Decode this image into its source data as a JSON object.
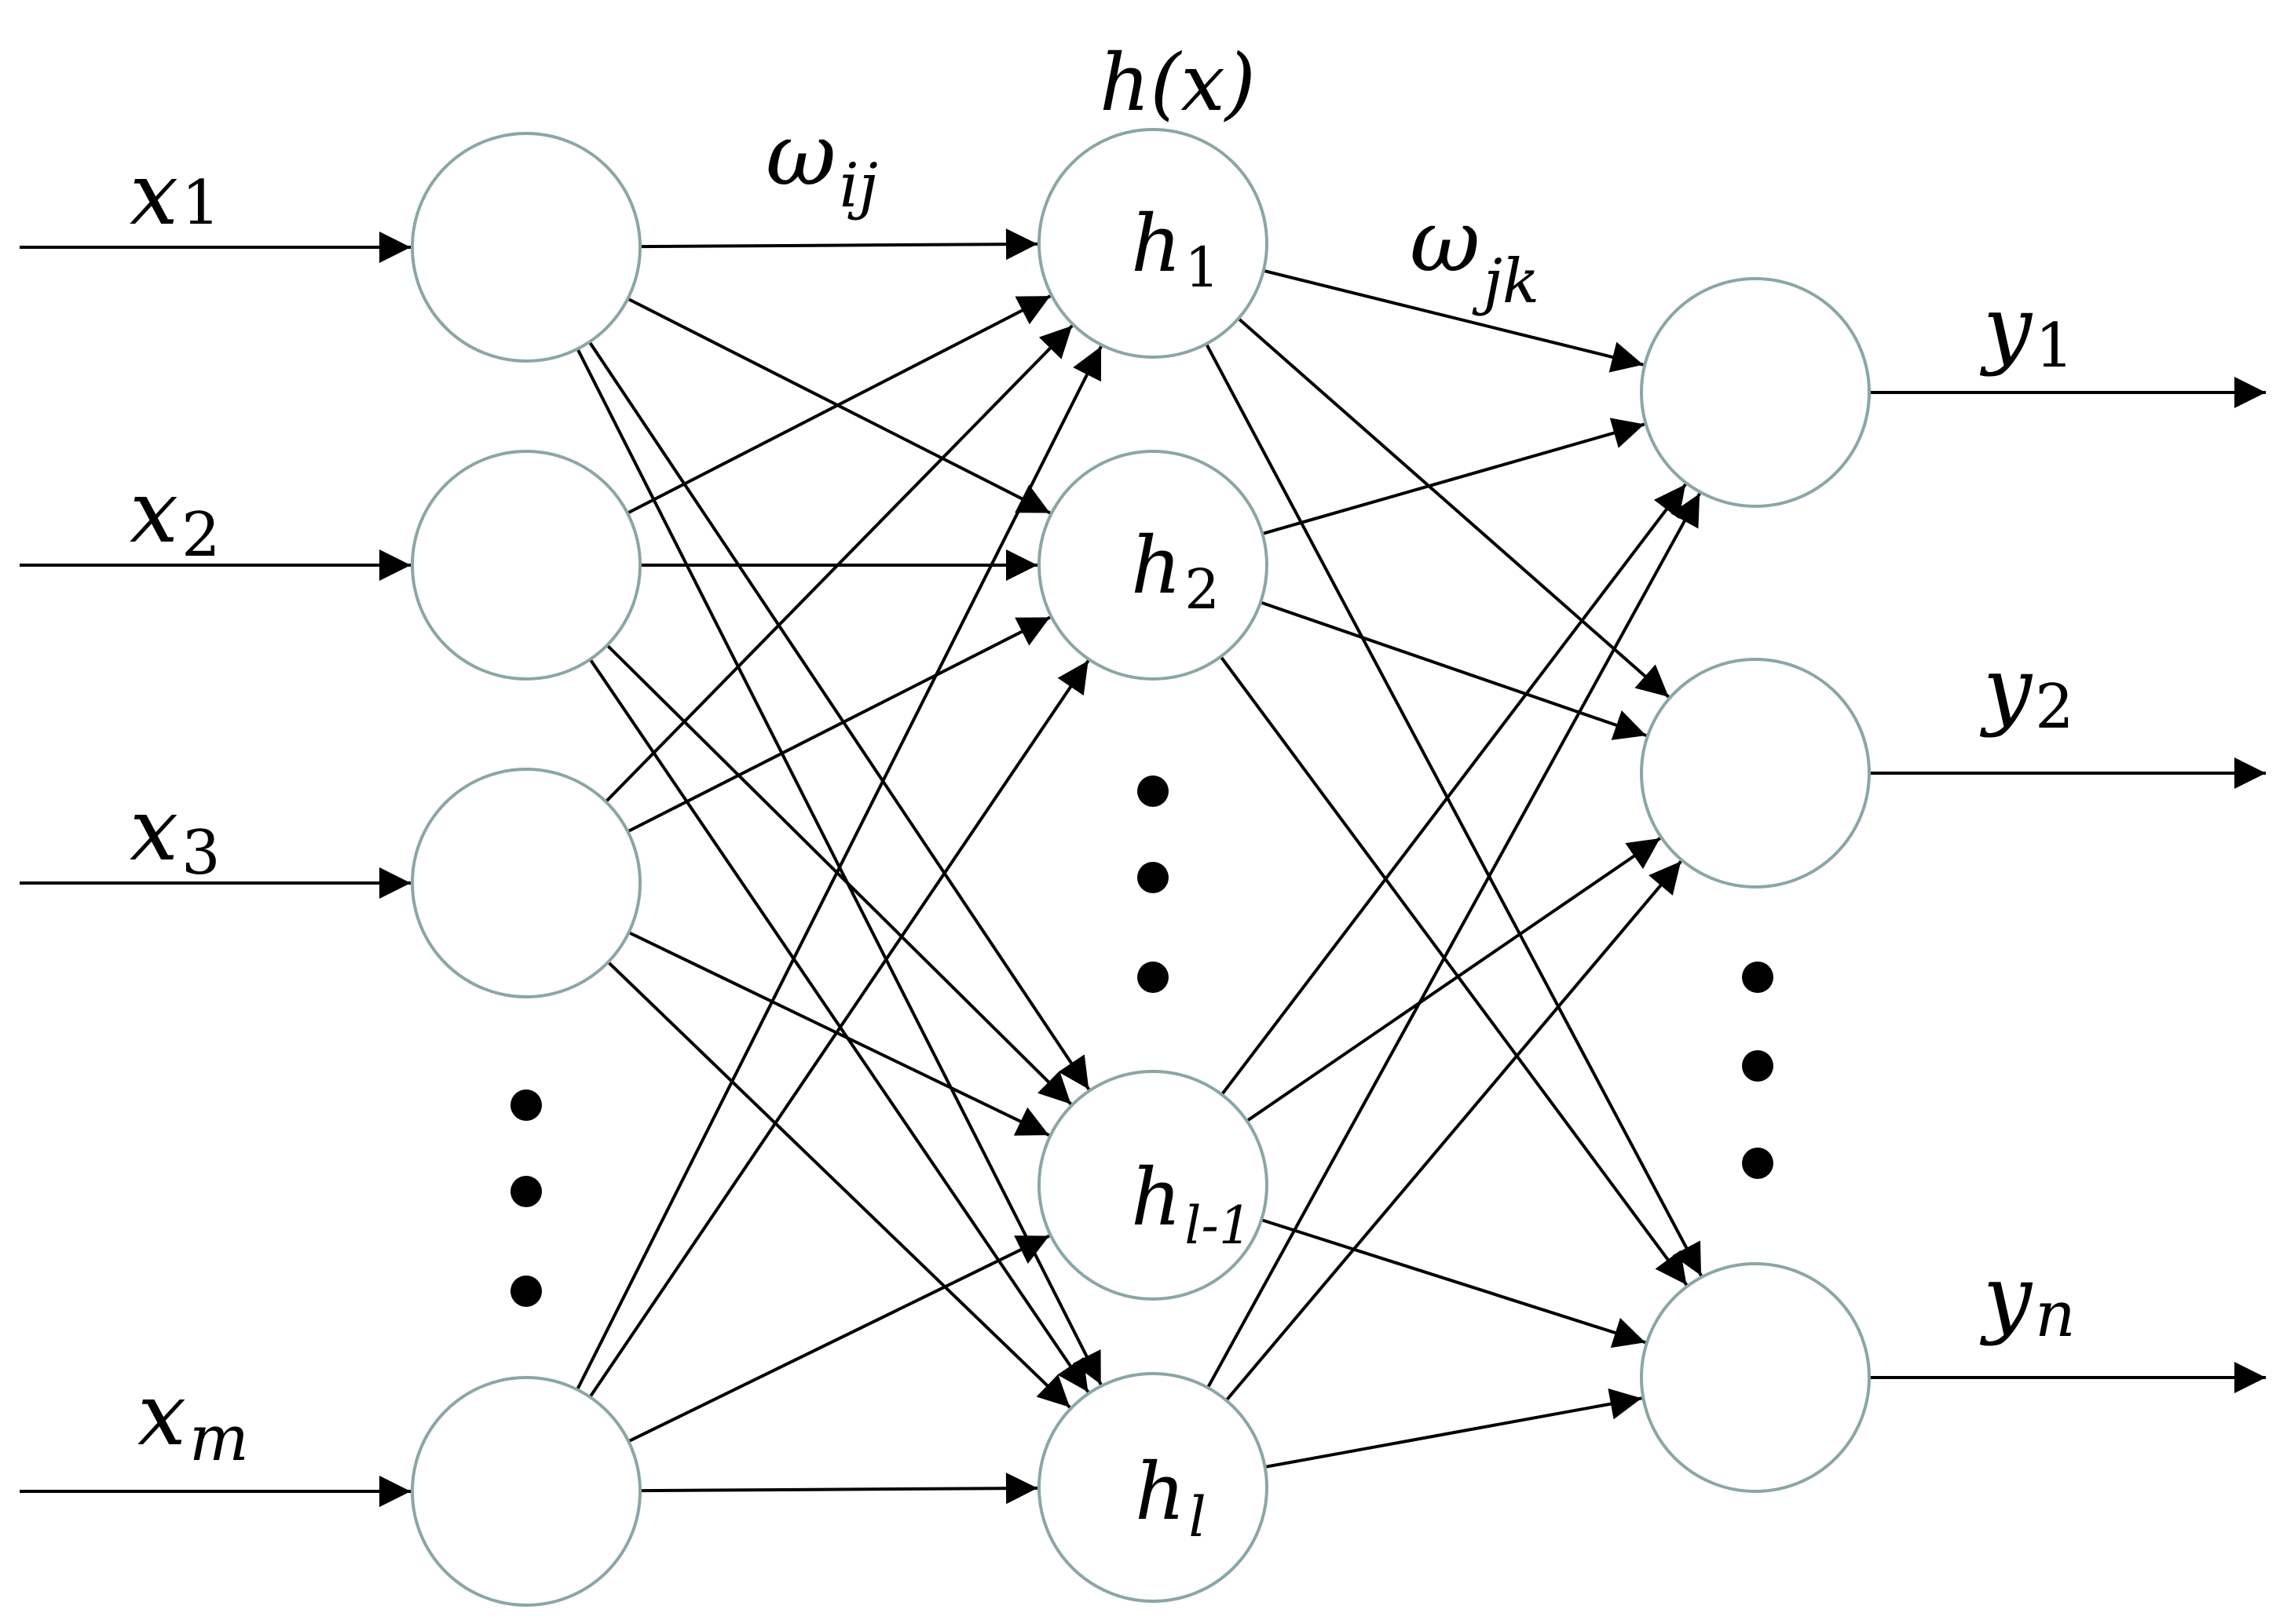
{
  "diagram": {
    "input_labels": [
      {
        "base": "x",
        "sub": "1"
      },
      {
        "base": "x",
        "sub": "2"
      },
      {
        "base": "x",
        "sub": "3"
      },
      {
        "base": "x",
        "sub": "m"
      }
    ],
    "hidden_title": {
      "base": "h",
      "rest": "(x)"
    },
    "hidden_labels": [
      {
        "base": "h",
        "sub": "1"
      },
      {
        "base": "h",
        "sub": "2"
      },
      {
        "base": "h",
        "sub": "l-1"
      },
      {
        "base": "h",
        "sub": "l"
      }
    ],
    "output_labels": [
      {
        "base": "y",
        "sub": "1"
      },
      {
        "base": "y",
        "sub": "2"
      },
      {
        "base": "y",
        "sub": "n"
      }
    ],
    "weight_input_hidden": {
      "base": "ω",
      "sub": "ij"
    },
    "weight_hidden_output": {
      "base": "ω",
      "sub": "jk"
    },
    "colors": {
      "node_stroke": "#8aa6a6",
      "edge": "#000000"
    }
  }
}
